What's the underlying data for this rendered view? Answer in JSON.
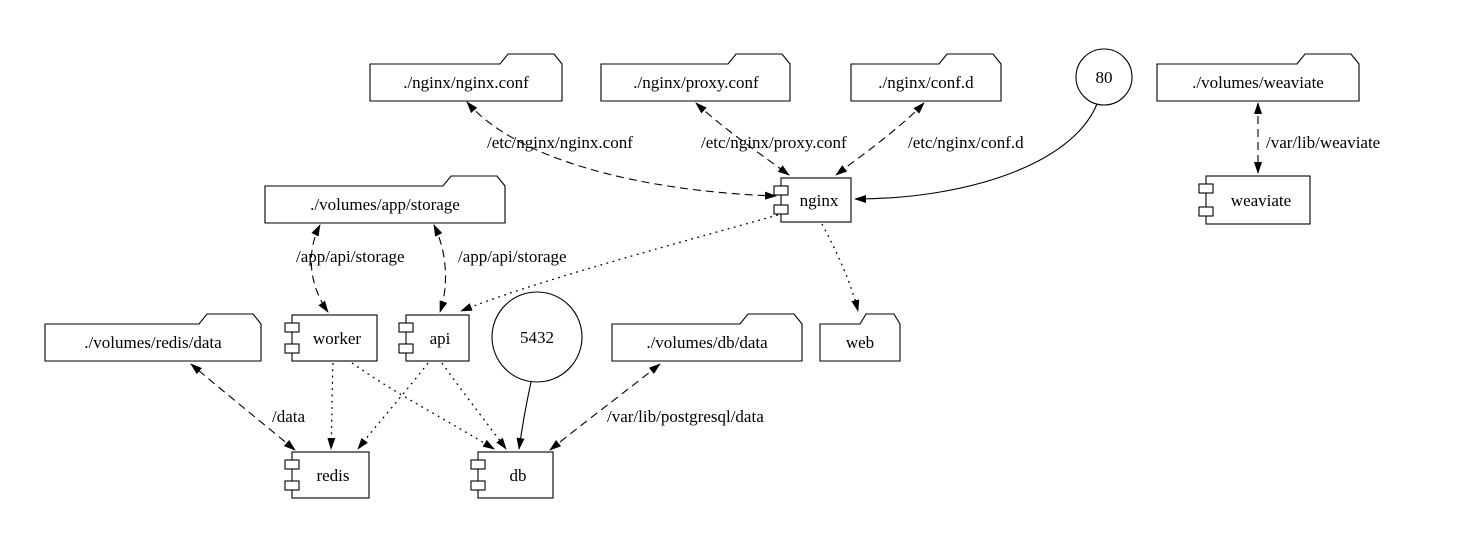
{
  "diagram": {
    "kind": "compose-service-graph",
    "background_color": "#ffffff",
    "stroke_color": "#000000",
    "edge_styles": {
      "volume_mount": "dashed-bidirectional",
      "depends_on": "dotted",
      "port": "solid"
    }
  },
  "nodes": {
    "nginx_conf_file": {
      "label": "./nginx/nginx.conf",
      "shape": "folder"
    },
    "nginx_proxy_conf_file": {
      "label": "./nginx/proxy.conf",
      "shape": "folder"
    },
    "nginx_conf_d_dir": {
      "label": "./nginx/conf.d",
      "shape": "folder"
    },
    "port_80": {
      "label": "80",
      "shape": "circle"
    },
    "volumes_weaviate": {
      "label": "./volumes/weaviate",
      "shape": "folder"
    },
    "volumes_app_storage": {
      "label": "./volumes/app/storage",
      "shape": "folder"
    },
    "nginx": {
      "label": "nginx",
      "shape": "component"
    },
    "weaviate": {
      "label": "weaviate",
      "shape": "component"
    },
    "volumes_redis_data": {
      "label": "./volumes/redis/data",
      "shape": "folder"
    },
    "worker": {
      "label": "worker",
      "shape": "component"
    },
    "api": {
      "label": "api",
      "shape": "component"
    },
    "port_5432": {
      "label": "5432",
      "shape": "circle"
    },
    "volumes_db_data": {
      "label": "./volumes/db/data",
      "shape": "folder"
    },
    "web": {
      "label": "web",
      "shape": "folder"
    },
    "redis": {
      "label": "redis",
      "shape": "component"
    },
    "db": {
      "label": "db",
      "shape": "component"
    }
  },
  "edges": [
    {
      "from": "nginx",
      "to": "./nginx/nginx.conf",
      "style": "dashed",
      "bidirectional": true,
      "label": "/etc/nginx/nginx.conf"
    },
    {
      "from": "nginx",
      "to": "./nginx/proxy.conf",
      "style": "dashed",
      "bidirectional": true,
      "label": "/etc/nginx/proxy.conf"
    },
    {
      "from": "nginx",
      "to": "./nginx/conf.d",
      "style": "dashed",
      "bidirectional": true,
      "label": "/etc/nginx/conf.d"
    },
    {
      "from": "80",
      "to": "nginx",
      "style": "solid",
      "bidirectional": false,
      "label": ""
    },
    {
      "from": "weaviate",
      "to": "./volumes/weaviate",
      "style": "dashed",
      "bidirectional": true,
      "label": "/var/lib/weaviate"
    },
    {
      "from": "./volumes/app/storage",
      "to": "worker",
      "style": "dashed",
      "bidirectional": true,
      "label": "/app/api/storage"
    },
    {
      "from": "./volumes/app/storage",
      "to": "api",
      "style": "dashed",
      "bidirectional": true,
      "label": "/app/api/storage"
    },
    {
      "from": "nginx",
      "to": "api",
      "style": "dotted",
      "bidirectional": false,
      "label": ""
    },
    {
      "from": "nginx",
      "to": "web",
      "style": "dotted",
      "bidirectional": false,
      "label": ""
    },
    {
      "from": "worker",
      "to": "redis",
      "style": "dotted",
      "bidirectional": false,
      "label": ""
    },
    {
      "from": "worker",
      "to": "db",
      "style": "dotted",
      "bidirectional": false,
      "label": ""
    },
    {
      "from": "api",
      "to": "redis",
      "style": "dotted",
      "bidirectional": false,
      "label": ""
    },
    {
      "from": "api",
      "to": "db",
      "style": "dotted",
      "bidirectional": false,
      "label": ""
    },
    {
      "from": "redis",
      "to": "./volumes/redis/data",
      "style": "dashed",
      "bidirectional": true,
      "label": "/data"
    },
    {
      "from": "5432",
      "to": "db",
      "style": "solid",
      "bidirectional": false,
      "label": ""
    },
    {
      "from": "db",
      "to": "./volumes/db/data",
      "style": "dashed",
      "bidirectional": true,
      "label": "/var/lib/postgresql/data"
    }
  ]
}
